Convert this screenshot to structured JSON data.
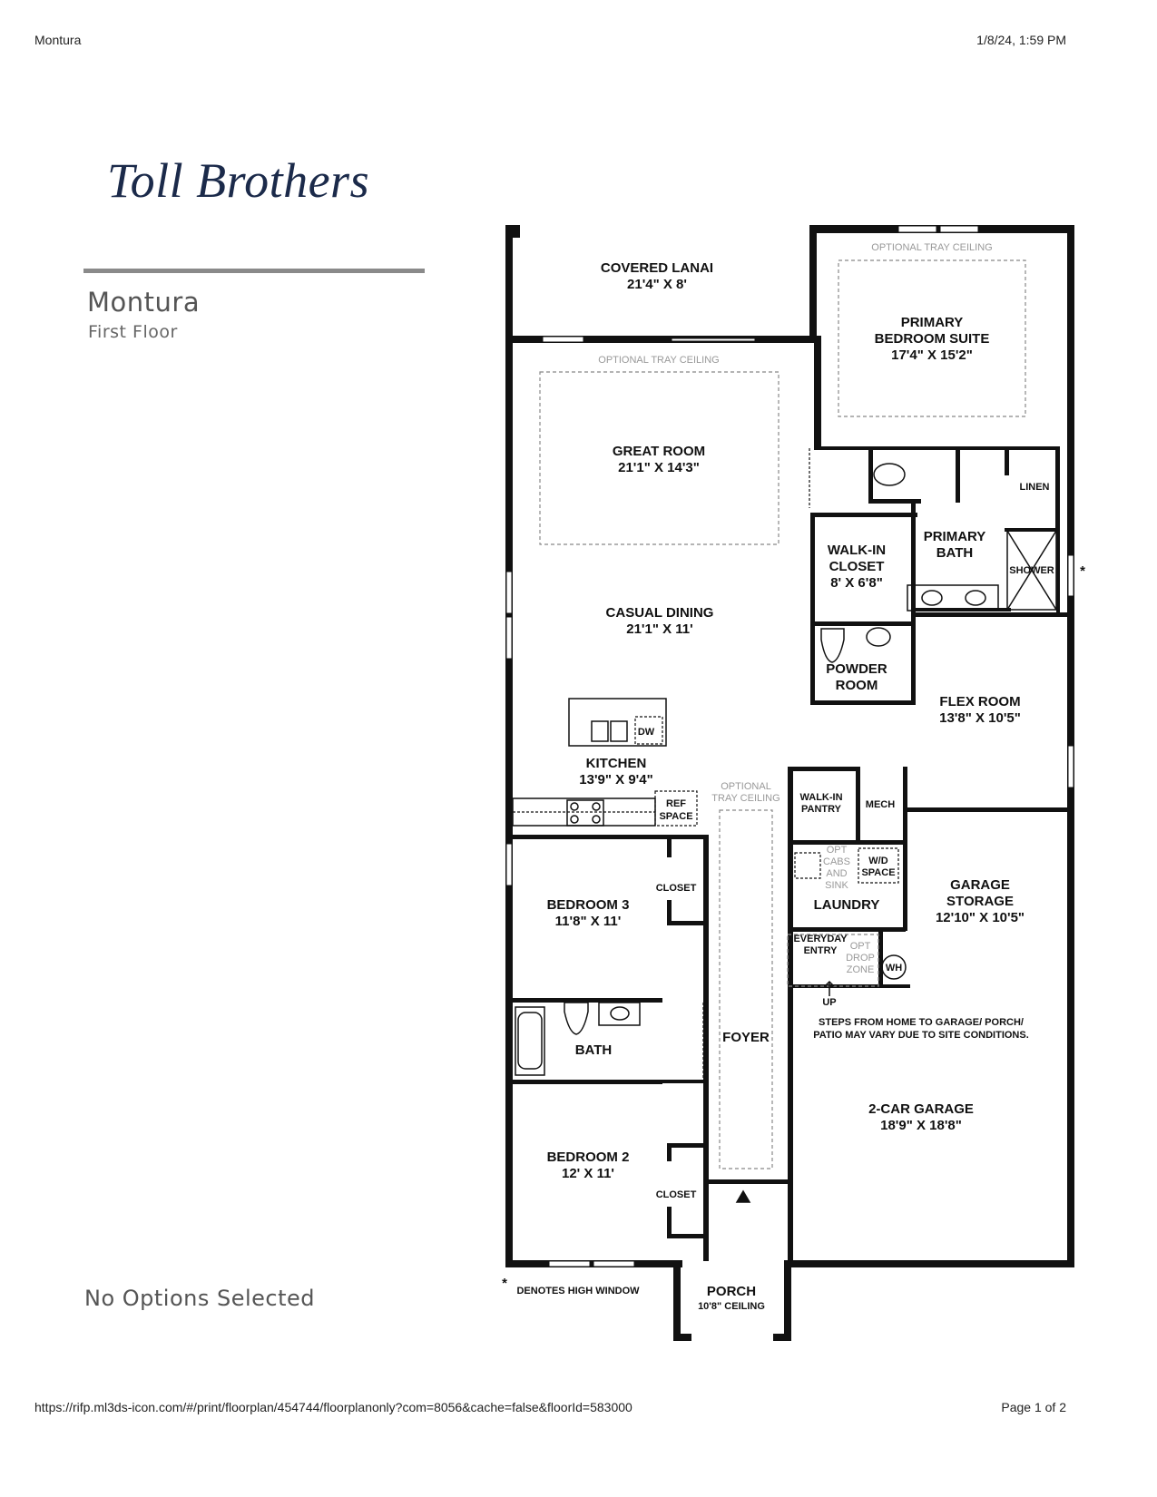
{
  "print_header": {
    "title": "Montura",
    "datetime": "1/8/24, 1:59 PM"
  },
  "print_footer": {
    "url": "https://rifp.ml3ds-icon.com/#/print/floorplan/454744/floorplanonly?com=8056&cache=false&floorId=583000",
    "page": "Page 1 of 2"
  },
  "brand": {
    "logo_text": "Toll Brothers",
    "color": "#1b2a4a"
  },
  "model": {
    "name": "Montura",
    "floor": "First Floor"
  },
  "options_status": "No Options Selected",
  "rooms": {
    "lanai": {
      "name": "COVERED LANAI",
      "dims": "21'4\" X 8'"
    },
    "primary_suite": {
      "name1": "PRIMARY",
      "name2": "BEDROOM SUITE",
      "dims": "17'4\" X 15'2\"",
      "note": "OPTIONAL TRAY CEILING"
    },
    "great_room": {
      "name": "GREAT ROOM",
      "dims": "21'1\" X 14'3\"",
      "note": "OPTIONAL TRAY CEILING"
    },
    "linen": {
      "name": "LINEN"
    },
    "walkin_closet": {
      "name1": "WALK-IN",
      "name2": "CLOSET",
      "dims": "8' X 6'8\""
    },
    "primary_bath": {
      "name1": "PRIMARY",
      "name2": "BATH"
    },
    "shower": {
      "name": "SHOWER"
    },
    "high_window_mark": "*",
    "casual_dining": {
      "name": "CASUAL DINING",
      "dims": "21'1\" X 11'"
    },
    "powder_room": {
      "name1": "POWDER",
      "name2": "ROOM"
    },
    "flex_room": {
      "name": "FLEX ROOM",
      "dims": "13'8\" X 10'5\""
    },
    "dw": "DW",
    "kitchen": {
      "name": "KITCHEN",
      "dims": "13'9\" X 9'4\""
    },
    "ref_space": {
      "line1": "REF",
      "line2": "SPACE"
    },
    "foyer_ceiling": {
      "line1": "OPTIONAL",
      "line2": "TRAY CEILING"
    },
    "walkin_pantry": {
      "name1": "WALK-IN",
      "name2": "PANTRY"
    },
    "mech": {
      "name": "MECH"
    },
    "opt_cabs": {
      "l1": "OPT",
      "l2": "CABS",
      "l3": "AND",
      "l4": "SINK"
    },
    "wd_space": {
      "l1": "W/D",
      "l2": "SPACE"
    },
    "laundry": {
      "name": "LAUNDRY"
    },
    "garage_storage": {
      "name1": "GARAGE",
      "name2": "STORAGE",
      "dims": "12'10\" X 10'5\""
    },
    "bedroom3": {
      "name": "BEDROOM 3",
      "dims": "11'8\" X 11'"
    },
    "closet3": {
      "name": "CLOSET"
    },
    "everyday_entry": {
      "l1": "EVERYDAY",
      "l2": "ENTRY"
    },
    "opt_drop": {
      "l1": "OPT",
      "l2": "DROP",
      "l3": "ZONE"
    },
    "wh": "WH",
    "up": "UP",
    "steps_note": {
      "l1": "STEPS FROM HOME TO GARAGE/ PORCH/",
      "l2": "PATIO MAY VARY DUE TO SITE CONDITIONS."
    },
    "bath": {
      "name": "BATH"
    },
    "foyer": {
      "name": "FOYER"
    },
    "garage": {
      "name": "2-CAR GARAGE",
      "dims": "18'9\" X 18'8\""
    },
    "bedroom2": {
      "name": "BEDROOM 2",
      "dims": "12' X 11'"
    },
    "closet2": {
      "name": "CLOSET"
    },
    "high_window_note": {
      "mark": "*",
      "text": "DENOTES HIGH WINDOW"
    },
    "porch": {
      "name": "PORCH",
      "dims": "10'8\" CEILING"
    }
  }
}
